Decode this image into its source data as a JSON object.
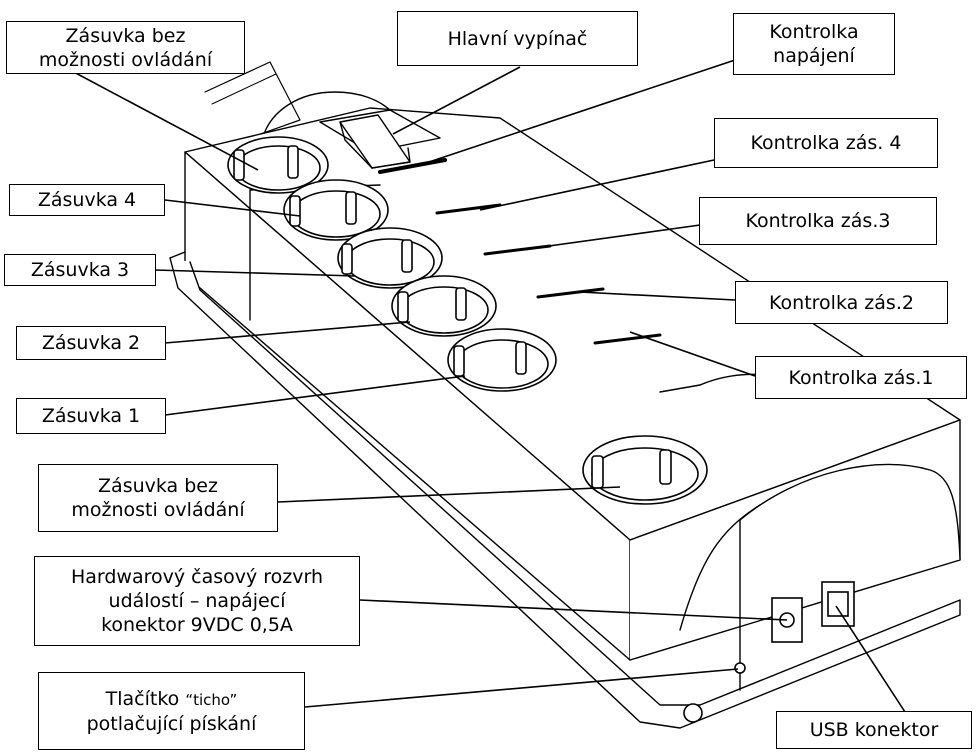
{
  "labels": {
    "zas_bez_top": [
      "Zásuvka bez",
      "možnosti ovládání"
    ],
    "hlavni_vypinac": "Hlavní vypínač",
    "kontrolka_napajeni": [
      "Kontrolka",
      "napájení"
    ],
    "kontrolka_zas4": "Kontrolka zás. 4",
    "zasuvka4": "Zásuvka 4",
    "kontrolka_zas3": "Kontrolka zás.3",
    "zasuvka3": "Zásuvka 3",
    "kontrolka_zas2": "Kontrolka zás.2",
    "zasuvka2": "Zásuvka 2",
    "kontrolka_zas1": "Kontrolka zás.1",
    "zasuvka1": "Zásuvka 1",
    "zas_bez_bottom": [
      "Zásuvka bez",
      "možnosti ovládání"
    ],
    "hw_rozvrh": [
      "Hardwarový časový rozvrh",
      "událostí – napájecí",
      "konektor 9VDC 0,5A"
    ],
    "tlacitko_ticho": {
      "pre": "Tlačítko ",
      "quoted": "“ticho”",
      "line2": "potlačující pískání"
    },
    "usb_konektor": "USB konektor"
  }
}
